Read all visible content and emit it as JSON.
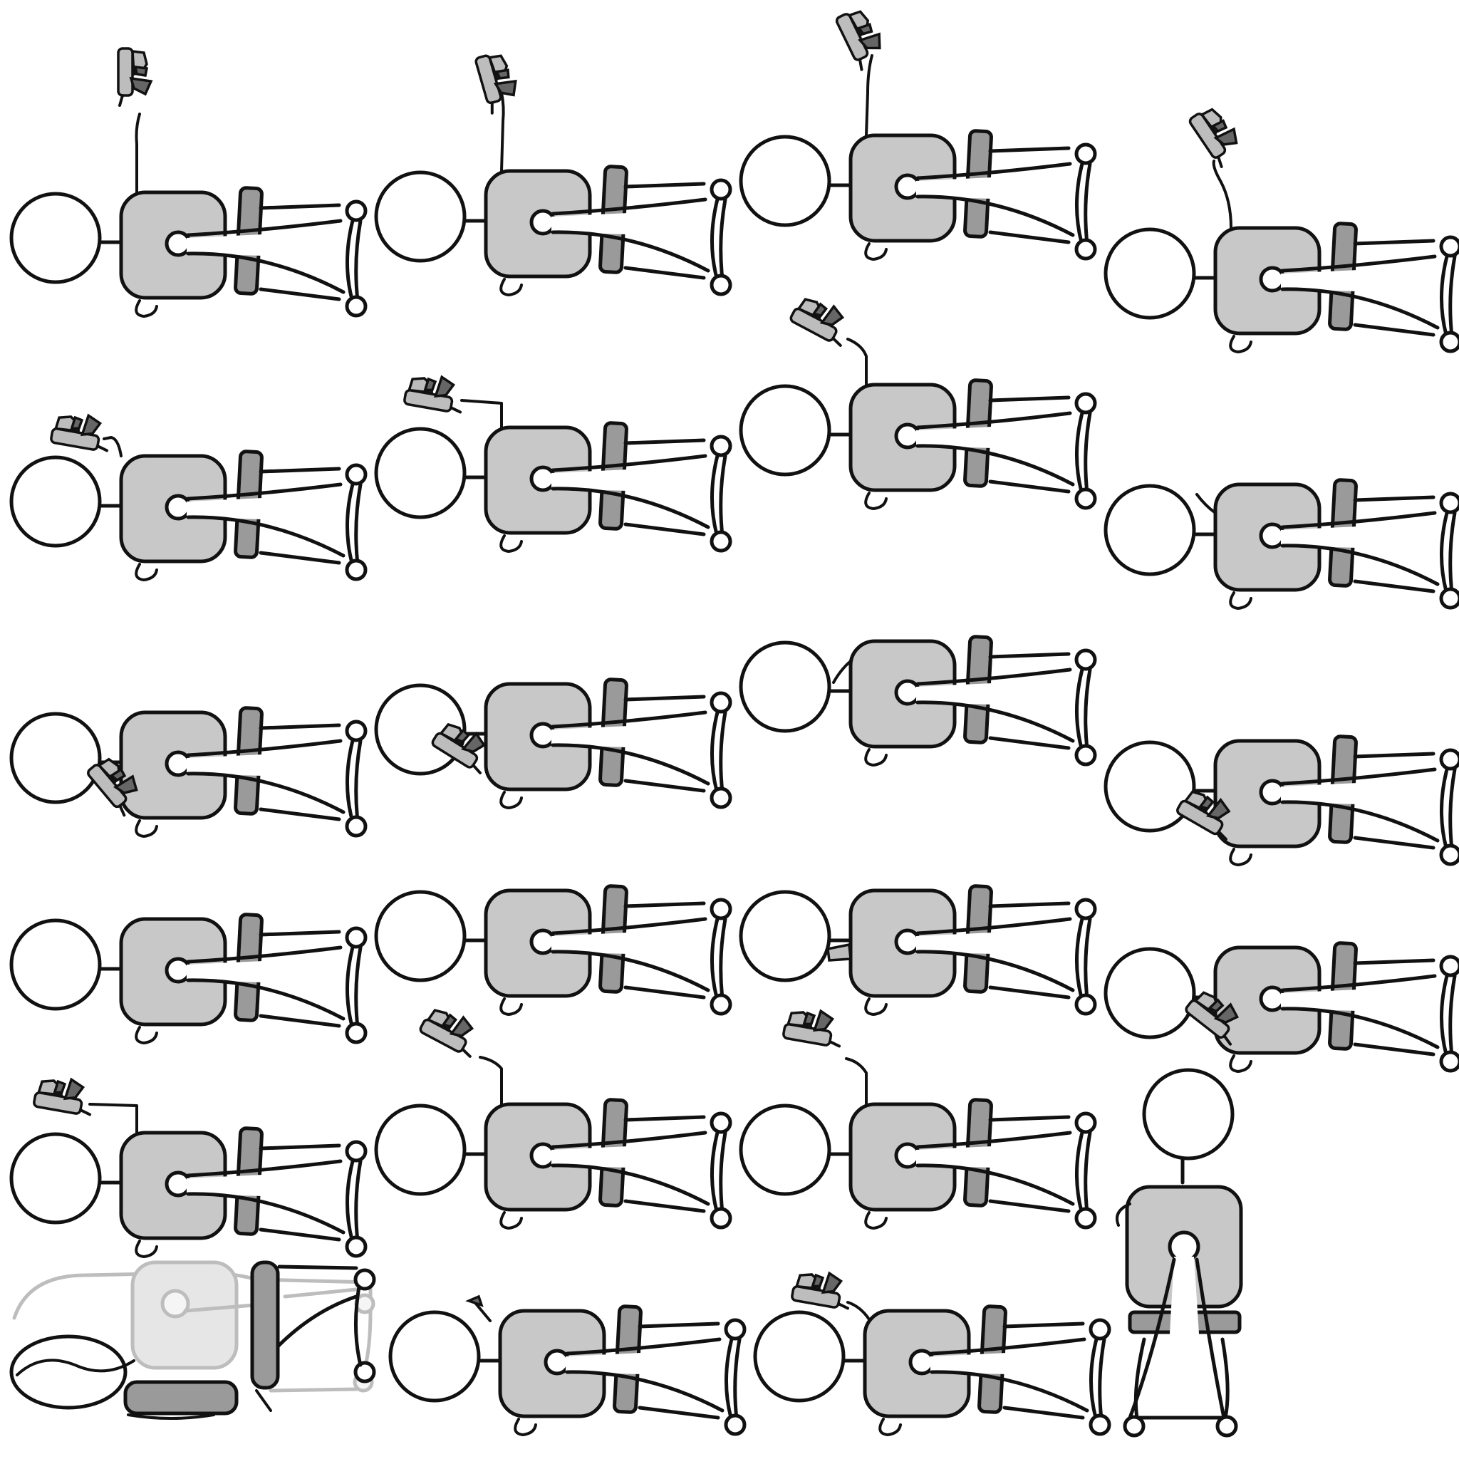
{
  "scene": {
    "rows": 6,
    "figures_per_row": 4,
    "palette": {
      "ink": "#111111",
      "fill_light": "#c8c8c8",
      "fill_mid": "#9a9a9a",
      "fill_dark": "#666666",
      "ghost": "#bdbdbd",
      "background": "#ffffff"
    },
    "figures": [
      {
        "row": 1,
        "col": 1,
        "pose": "office-chair-reclined",
        "prop": "staple-gun-raised-high"
      },
      {
        "row": 1,
        "col": 2,
        "pose": "office-chair-reclined",
        "prop": "staple-gun-raised-high"
      },
      {
        "row": 1,
        "col": 3,
        "pose": "office-chair-reclined",
        "prop": "staple-gun-raised-high"
      },
      {
        "row": 1,
        "col": 4,
        "pose": "office-chair-reclined",
        "prop": "staple-gun-raised-high"
      },
      {
        "row": 2,
        "col": 1,
        "pose": "office-chair-reclined",
        "prop": "staple-gun-on-head"
      },
      {
        "row": 2,
        "col": 2,
        "pose": "office-chair-reclined",
        "prop": "staple-gun-above-head"
      },
      {
        "row": 2,
        "col": 3,
        "pose": "office-chair-reclined",
        "prop": "staple-gun-raised-tilted"
      },
      {
        "row": 2,
        "col": 4,
        "pose": "office-chair-reclined",
        "prop": "staple-gun-hidden"
      },
      {
        "row": 3,
        "col": 1,
        "pose": "office-chair-reclined",
        "prop": "staple-gun-low"
      },
      {
        "row": 3,
        "col": 2,
        "pose": "office-chair-reclined",
        "prop": "staple-gun-low"
      },
      {
        "row": 3,
        "col": 3,
        "pose": "office-chair-reclined",
        "prop": "none"
      },
      {
        "row": 3,
        "col": 4,
        "pose": "office-chair-reclined",
        "prop": "staple-gun-low"
      },
      {
        "row": 4,
        "col": 1,
        "pose": "office-chair-reclined",
        "prop": "none"
      },
      {
        "row": 4,
        "col": 2,
        "pose": "office-chair-reclined",
        "prop": "none"
      },
      {
        "row": 4,
        "col": 3,
        "pose": "office-chair-reclined",
        "prop": "staple-gun-low"
      },
      {
        "row": 4,
        "col": 4,
        "pose": "office-chair-reclined",
        "prop": "staple-gun-low"
      },
      {
        "row": 5,
        "col": 1,
        "pose": "office-chair-reclined",
        "prop": "staple-gun-above-head"
      },
      {
        "row": 5,
        "col": 2,
        "pose": "office-chair-reclined",
        "prop": "staple-gun-raised-tilted"
      },
      {
        "row": 5,
        "col": 3,
        "pose": "office-chair-reclined",
        "prop": "staple-gun-raised-tilted"
      },
      {
        "row": 5,
        "col": 4,
        "pose": "standing-on-chair-front-view",
        "prop": "none"
      },
      {
        "row": 6,
        "col": 1,
        "pose": "fallen-chair-ghost",
        "prop": "none"
      },
      {
        "row": 6,
        "col": 2,
        "pose": "office-chair-reclined",
        "prop": "staple-gun-hidden"
      },
      {
        "row": 6,
        "col": 3,
        "pose": "office-chair-reclined",
        "prop": "staple-gun-on-head"
      }
    ]
  }
}
